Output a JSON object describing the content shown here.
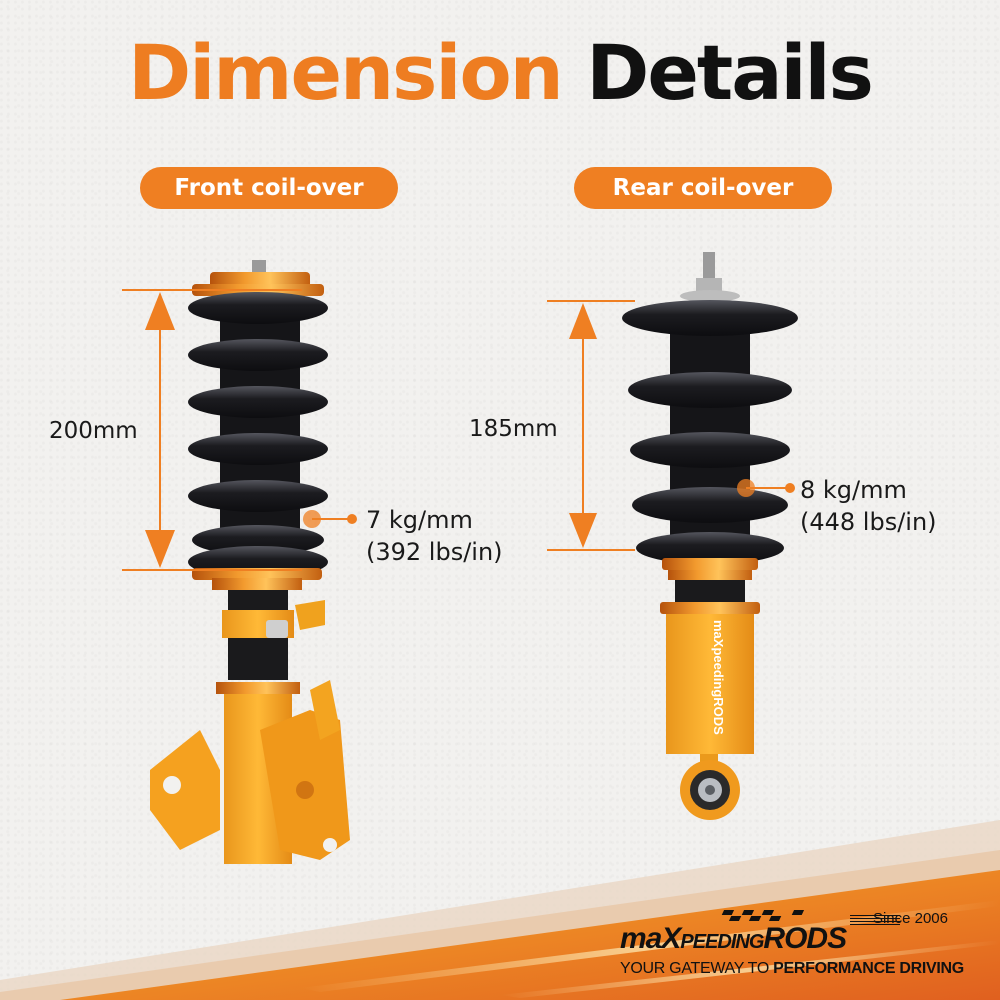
{
  "header": {
    "title_part1": "Dimension",
    "title_part2": "Details"
  },
  "colors": {
    "accent": "#ef7f22",
    "text_dark": "#111111",
    "spring_black": "#1c1c20",
    "anodized_orange": "#e8861e",
    "body_yellow_orange": "#f5a623"
  },
  "front": {
    "badge": "Front coil-over",
    "dimension": "200mm",
    "spring_rate_kg": "7 kg/mm",
    "spring_rate_lbs": "(392 lbs/in)"
  },
  "rear": {
    "badge": "Rear coil-over",
    "dimension": "185mm",
    "spring_rate_kg": "8 kg/mm",
    "spring_rate_lbs": "(448 lbs/in)"
  },
  "brand": {
    "since": "Since 2006",
    "logo_ma": "maX",
    "logo_peeding": "PEEDING",
    "logo_rods": "RODS",
    "tagline_light": "YOUR GATEWAY TO ",
    "tagline_bold": "PERFORMANCE DRIVING",
    "shock_body_print": "maXpeedingRODS"
  }
}
